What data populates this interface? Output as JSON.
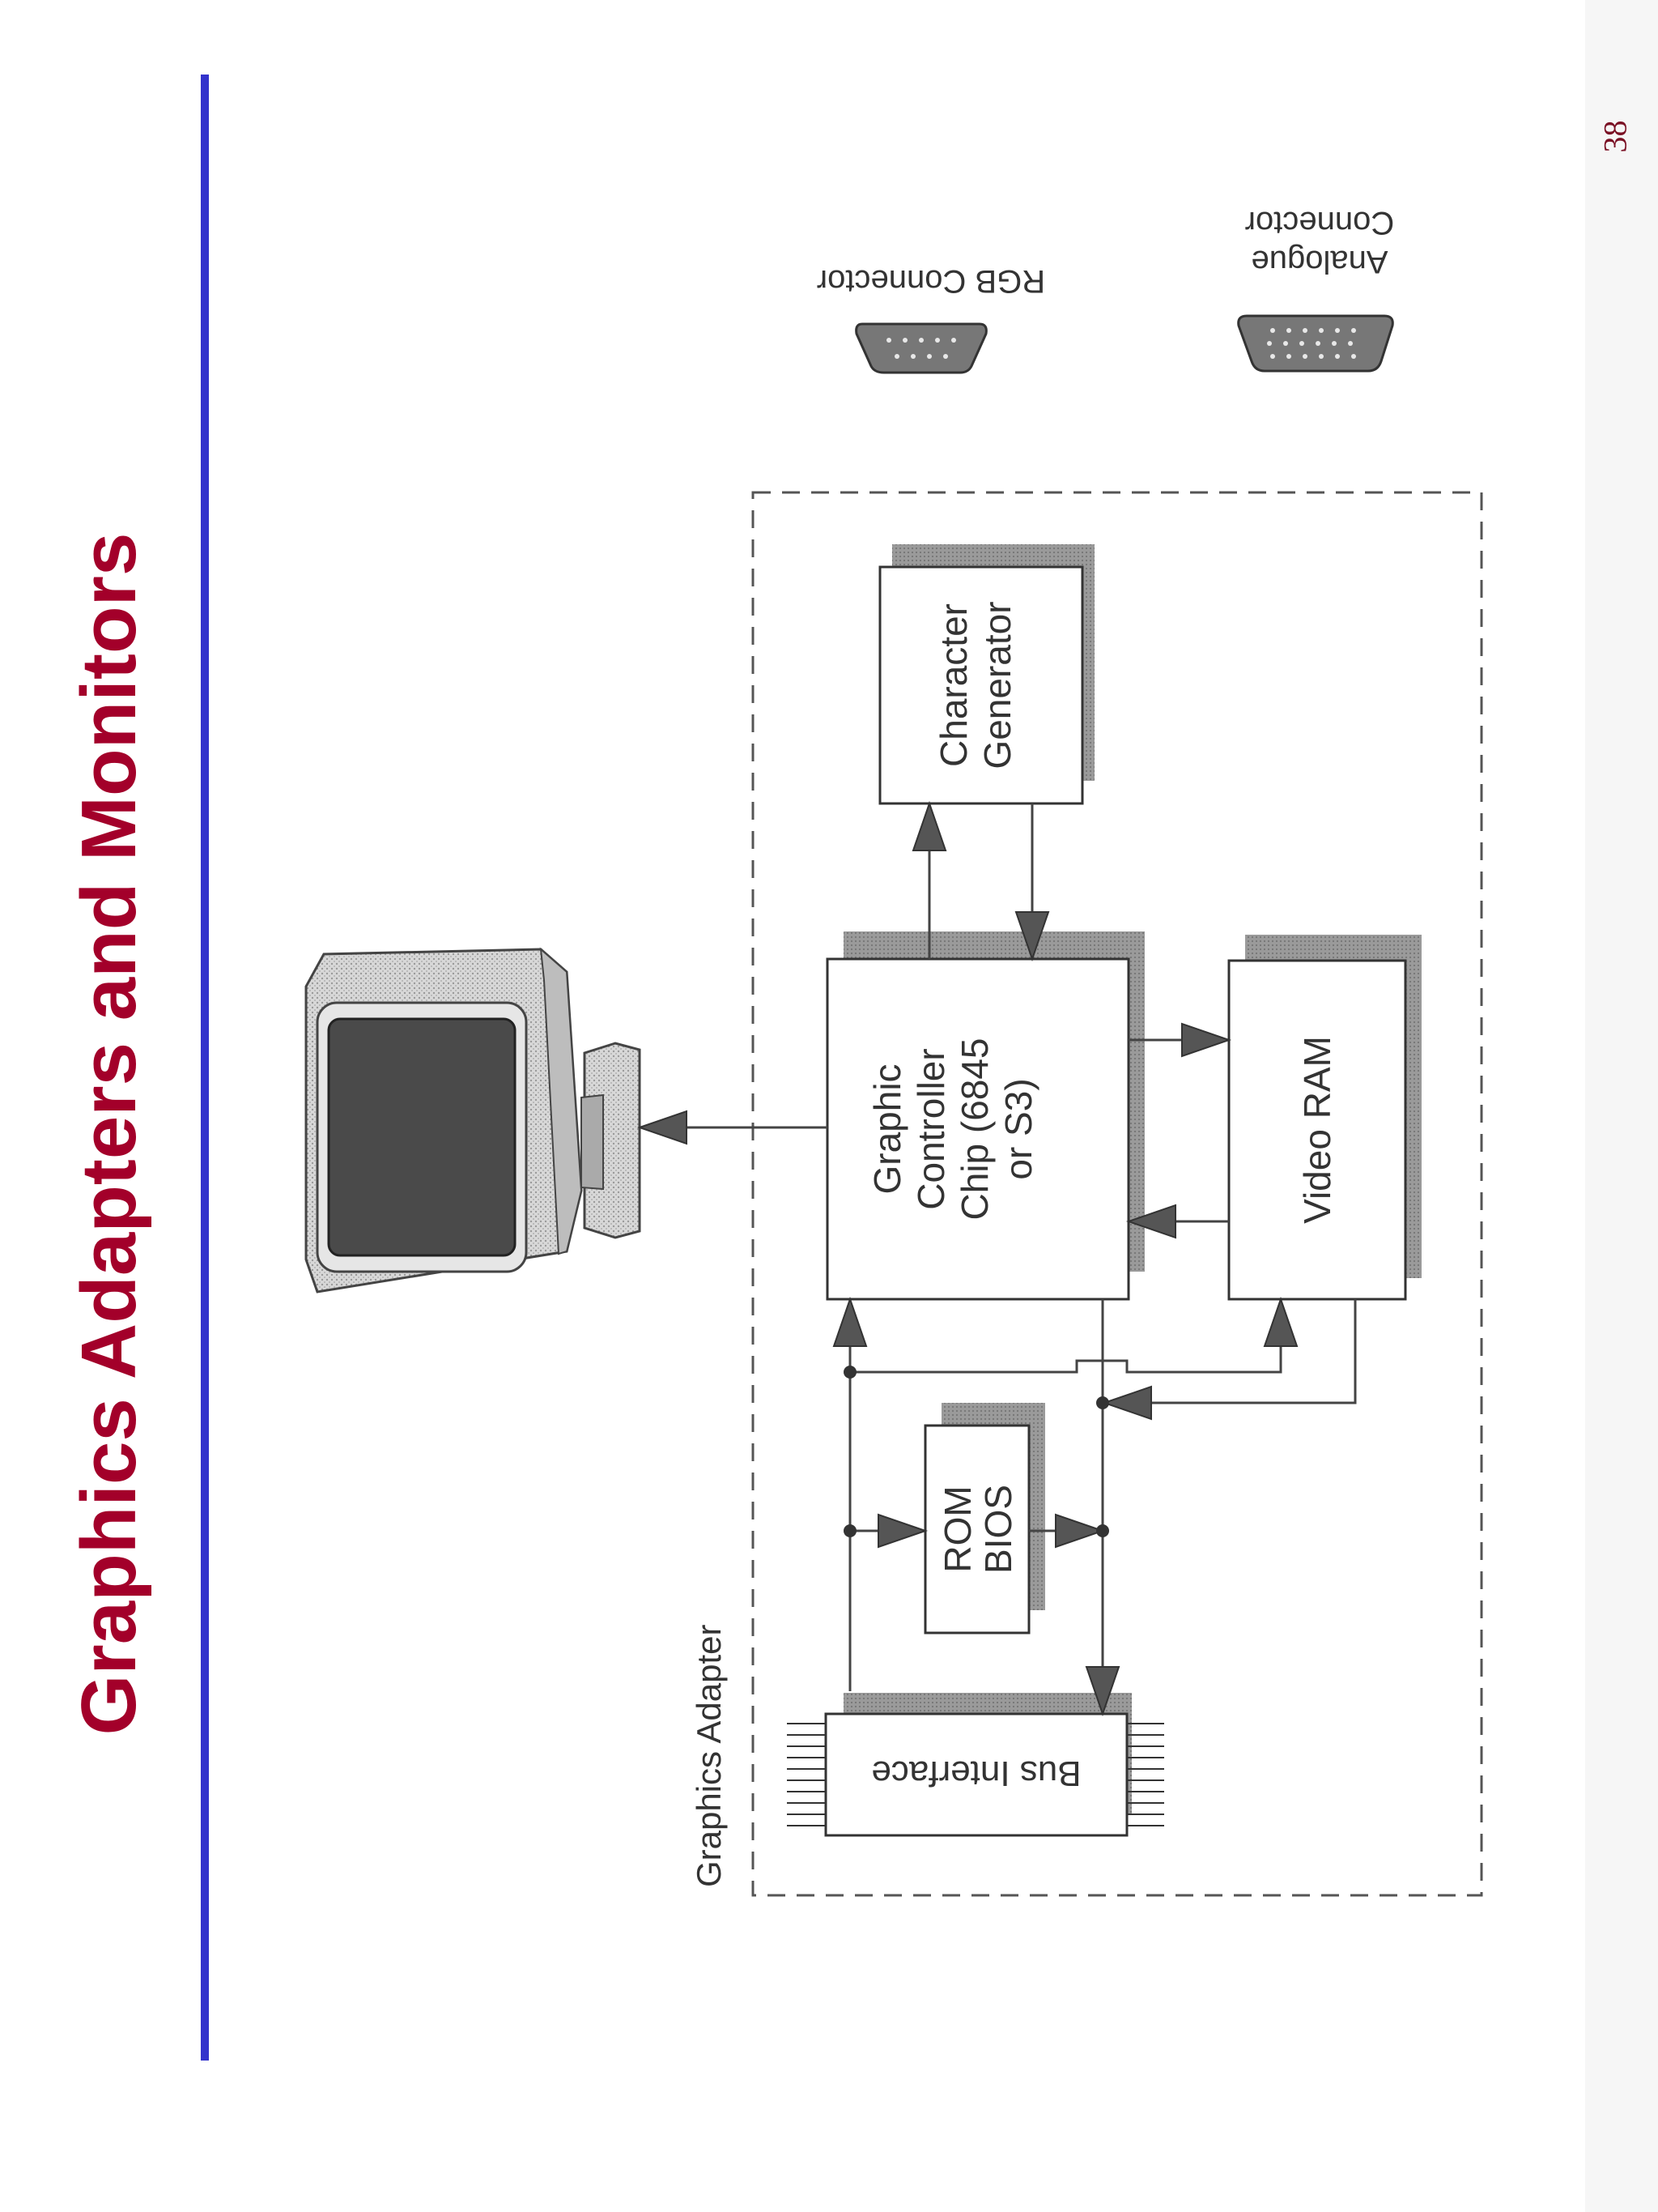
{
  "slide": {
    "title": "Graphics Adapters and Monitors",
    "page_number": "38"
  },
  "diagram": {
    "container_label": "Graphics Adapter",
    "blocks": {
      "bus_interface": "Bus Interface",
      "rom_bios_line1": "ROM",
      "rom_bios_line2": "BIOS",
      "graphic_controller_line1": "Graphic",
      "graphic_controller_line2": "Controller",
      "graphic_controller_line3": "Chip (6845",
      "graphic_controller_line4": "or S3)",
      "character_generator_line1": "Character",
      "character_generator_line2": "Generator",
      "video_ram": "Video RAM"
    },
    "connectors": {
      "rgb": "RGB Connector",
      "analogue_line1": "Analogue",
      "analogue_line2": "Connector"
    }
  },
  "colors": {
    "title": "#a3002a",
    "title_rule": "#3333cc",
    "diagram_line": "#444444",
    "shadow": "#888888"
  }
}
